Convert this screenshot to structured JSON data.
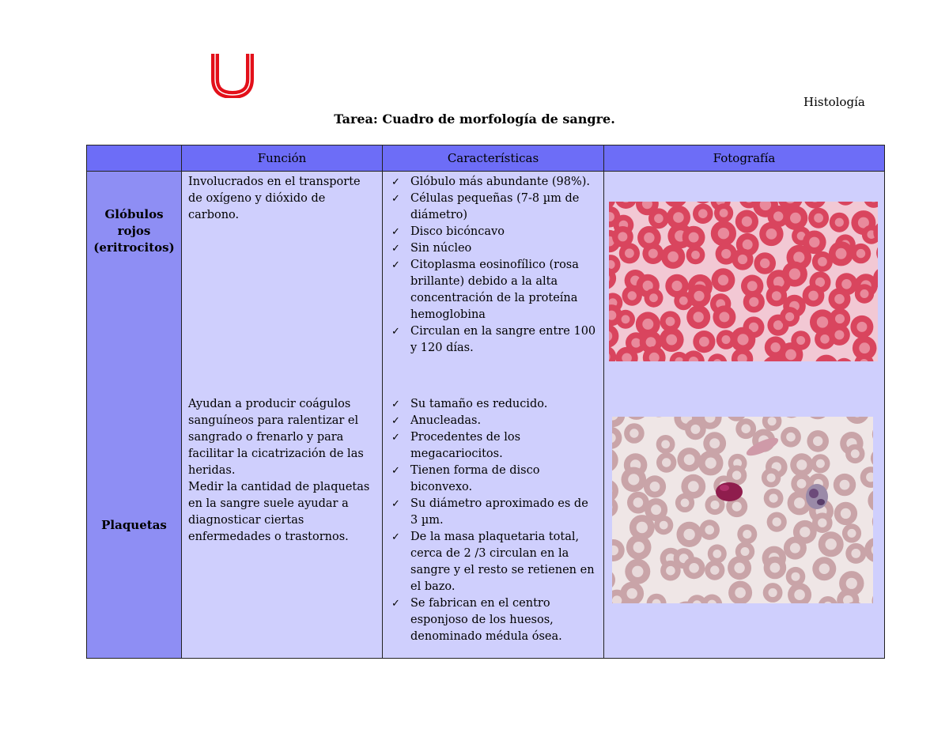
{
  "header": {
    "subject": "Histología",
    "title": "Tarea: Cuadro de morfología de sangre.",
    "logo_color": "#e3101a"
  },
  "table": {
    "columns": [
      "",
      "Función",
      "Características",
      "Fotografía"
    ],
    "rows": [
      {
        "name": "Glóbulos rojos (eritrocitos)",
        "funcion": "Involucrados en el transporte de oxígeno y dióxido de carbono.",
        "caracteristicas": [
          "Glóbulo más abundante (98%).",
          "Células pequeñas (7-8 µm de diámetro)",
          "Disco bicóncavo",
          "Sin núcleo",
          "Citoplasma eosinofílico (rosa brillante) debido a la alta concentración de la proteína hemoglobina",
          "Circulan en la sangre entre 100 y 120 días."
        ]
      },
      {
        "name": "Plaquetas",
        "funcion": [
          "Ayudan a producir coágulos sanguíneos para ralentizar el sangrado o frenarlo y para facilitar la cicatrización de las heridas.",
          "Medir la cantidad de plaquetas en la sangre suele ayudar a diagnosticar ciertas enfermedades o trastornos."
        ],
        "caracteristicas": [
          "Su tamaño es reducido.",
          "Anucleadas.",
          "Procedentes de los megacariocitos.",
          "Tienen forma de disco biconvexo.",
          "Su diámetro aproximado es de 3 µm.",
          "De la masa plaquetaria total, cerca de 2 /3 circulan en la sangre y el resto se retienen en el bazo.",
          "Se fabrican en el centro esponjoso de los huesos, denominado médula ósea."
        ]
      }
    ]
  },
  "colors": {
    "header_bg": "#6d6df7",
    "rowhead_bg": "#8e8ef4",
    "cell_bg": "#cfcffd"
  }
}
